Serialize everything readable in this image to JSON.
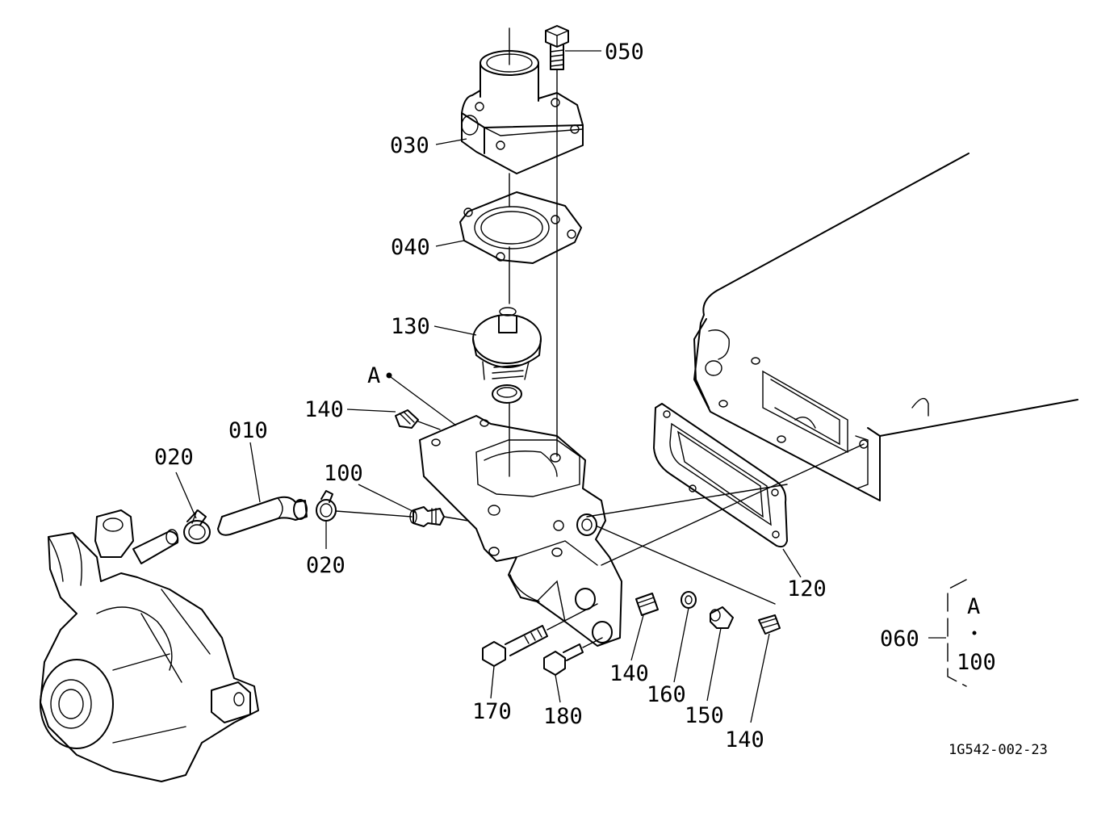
{
  "callouts": {
    "c010": "010",
    "c020a": "020",
    "c020b": "020",
    "c030": "030",
    "c040": "040",
    "c050": "050",
    "c060": "060",
    "c100": "100",
    "c120": "120",
    "c130": "130",
    "c140a": "140",
    "c140b": "140",
    "c140c": "140",
    "c150": "150",
    "c160": "160",
    "c170": "170",
    "c180": "180"
  },
  "reference_point": "A",
  "legend": {
    "point": "A",
    "range_end": "100"
  },
  "drawing_code": "1G542-002-23"
}
